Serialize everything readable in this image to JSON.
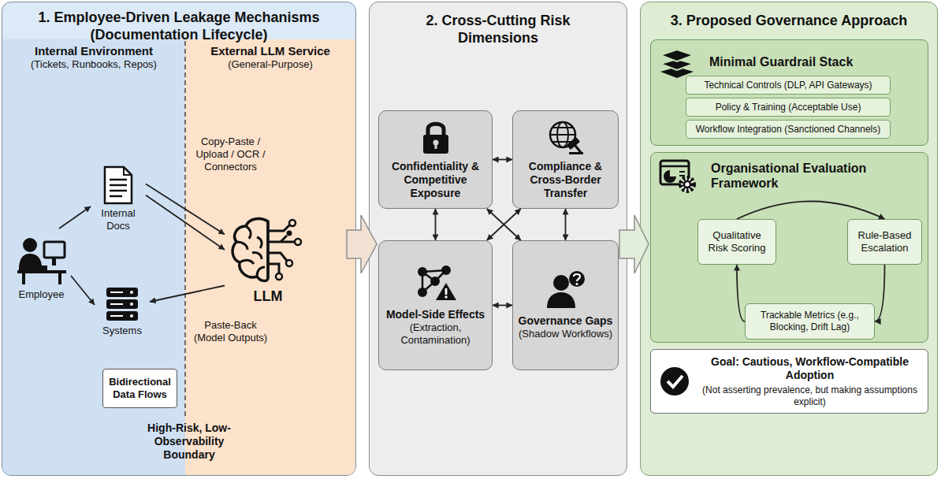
{
  "diagram": {
    "nodes": [
      {
        "text": [
          "1. Employee-Driven Leakage Mechanisms (Documentation Lifecycle)"
        ]
      },
      {
        "text": [
          "Internal Environment",
          "(Tickets, Runbooks, Repos)"
        ],
        "in": 0
      },
      {
        "text": [
          "External LLM Service",
          "(General-Purpose)"
        ],
        "in": 0
      },
      {
        "text": [
          "Employee"
        ],
        "in": 1
      },
      {
        "text": [
          "Internal Docs"
        ],
        "in": 1
      },
      {
        "text": [
          "Systems"
        ],
        "in": 1
      },
      {
        "text": [
          "LLM"
        ],
        "in": 2
      },
      {
        "text": [
          "Bidirectional Data Flows"
        ],
        "in": 1
      },
      {
        "text": [
          "2. Cross-Cutting Risk Dimensions"
        ]
      },
      {
        "text": [
          "Confidentiality & Competitive Exposure"
        ],
        "in": 8
      },
      {
        "text": [
          "Compliance & Cross-Border Transfer"
        ],
        "in": 8
      },
      {
        "text": [
          "Model-Side Effects",
          "(Extraction, Contamination)"
        ],
        "in": 8
      },
      {
        "text": [
          "Governance Gaps",
          "(Shadow Workflows)"
        ],
        "in": 8
      },
      {
        "text": [
          "3. Proposed Governance Approach"
        ]
      },
      {
        "text": [
          "Minimal Guardrail Stack"
        ],
        "in": 13
      },
      {
        "text": [
          "Technical Controls (DLP, API Gateways)"
        ],
        "in": 14
      },
      {
        "text": [
          "Policy & Training (Acceptable Use)"
        ],
        "in": 14
      },
      {
        "text": [
          "Workflow Integration (Sanctioned Channels)"
        ],
        "in": 14
      },
      {
        "text": [
          "Organisational Evaluation Framework"
        ],
        "in": 13
      },
      {
        "text": [
          "Qualitative Risk Scoring"
        ],
        "in": 18
      },
      {
        "text": [
          "Rule-Based Escalation"
        ],
        "in": 18
      },
      {
        "text": [
          "Trackable Metrics (e.g., Blocking, Drift Lag)"
        ],
        "in": 18
      },
      {
        "text": [
          "Goal: Cautious, Workflow-Compatible Adoption",
          "(Not asserting prevalence, but making assumptions explicit)"
        ],
        "in": 13
      }
    ],
    "edges": [
      {
        "from": 3,
        "to": 4,
        "arrow": "to"
      },
      {
        "from": 3,
        "to": 5,
        "arrow": "to"
      },
      {
        "from": 4,
        "to": 6,
        "label": "Copy-Paste / Upload / OCR / Connectors",
        "arrow": "to"
      },
      {
        "from": 4,
        "to": 6,
        "arrow": "to"
      },
      {
        "from": 6,
        "to": 5,
        "label": "Paste-Back (Model Outputs)",
        "arrow": "to"
      },
      {
        "from": 9,
        "to": 10,
        "arrow": "both"
      },
      {
        "from": 9,
        "to": 11,
        "arrow": "both"
      },
      {
        "from": 10,
        "to": 12,
        "arrow": "both"
      },
      {
        "from": 11,
        "to": 12,
        "arrow": "both"
      },
      {
        "from": 9,
        "to": 12,
        "arrow": "both"
      },
      {
        "from": 10,
        "to": 11,
        "arrow": "both"
      },
      {
        "from": 19,
        "to": 20,
        "arrow": "to"
      },
      {
        "from": 20,
        "to": 21,
        "arrow": "to"
      },
      {
        "from": 21,
        "to": 19,
        "arrow": "to"
      }
    ],
    "labels": [
      "High-Risk, Low-Observability Boundary"
    ]
  }
}
